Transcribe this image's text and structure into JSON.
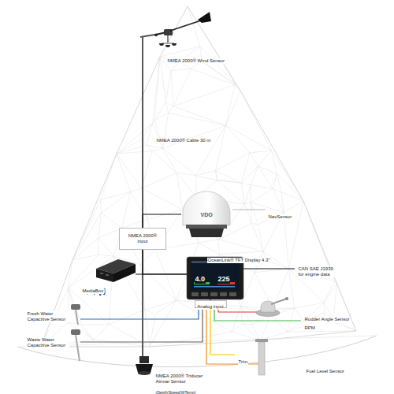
{
  "diagram": {
    "nodes": [
      {
        "text": [
          "NMEA 2000® Wind Sensor"
        ]
      },
      {
        "text": [
          "NavSensor"
        ]
      },
      {
        "text": [
          "NMEA 2000® input"
        ]
      },
      {
        "text": [
          "MediaBox"
        ]
      },
      {
        "text": [
          "OceanLink® TFT Display 4.3\""
        ]
      },
      {
        "text": [
          "Analog input"
        ]
      },
      {
        "text": [
          "Fresh Water Capacitive Sensor"
        ]
      },
      {
        "text": [
          "Waste Water Capacitive Sensor"
        ]
      },
      {
        "text": [
          "NMEA 2000® Triducer Airmar Sensor",
          "(Depth/Speed/WTemp)"
        ]
      },
      {
        "text": [
          "Rudder Angle Sensor"
        ]
      },
      {
        "text": [
          "Fuel Level Sensor"
        ]
      }
    ],
    "edges": [
      {
        "from": 0,
        "to": 2,
        "arrow": "none",
        "label": "NMEA 2000® Cable 30 m"
      },
      {
        "from": 1,
        "to": 2,
        "arrow": "none"
      },
      {
        "from": 2,
        "to": 4,
        "arrow": "none"
      },
      {
        "from": 3,
        "to": 4,
        "arrow": "none"
      },
      {
        "from": 2,
        "to": 8,
        "arrow": "none"
      },
      {
        "from": 4,
        "to": 5,
        "arrow": "none"
      },
      {
        "from": 5,
        "to": 9,
        "arrow": "none"
      },
      {
        "from": 5,
        "to": 6,
        "arrow": "none"
      },
      {
        "from": 5,
        "to": 7,
        "arrow": "none"
      },
      {
        "from": 5,
        "to": 10,
        "arrow": "none"
      }
    ],
    "labels": [
      "VDO",
      "4.0",
      "225",
      "CAN SAE J1939 for engine data",
      "RPM",
      "Trim"
    ]
  }
}
